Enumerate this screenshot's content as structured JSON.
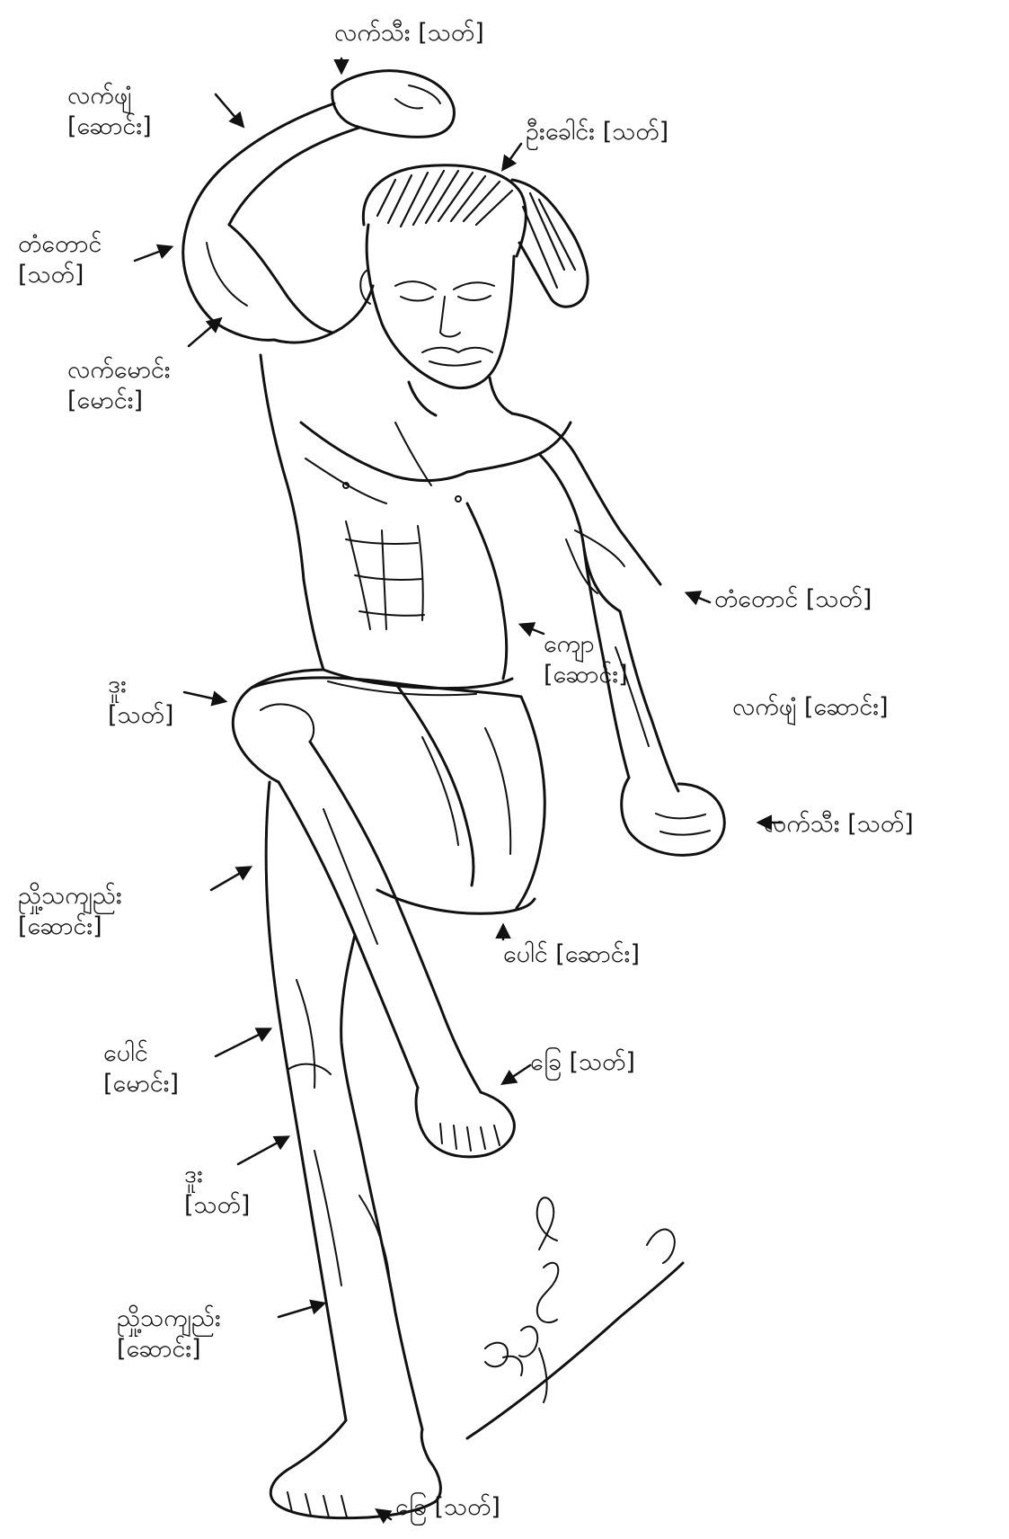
{
  "labels": [
    {
      "id": "fist-top",
      "text": "လက်သီး [သတ်]",
      "sub": ""
    },
    {
      "id": "elbow-top",
      "text": "လက်ဖျံ",
      "sub": "[ဆောင်း]"
    },
    {
      "id": "head",
      "text": "ဦးခေါင်း [သတ်]",
      "sub": ""
    },
    {
      "id": "shoulder-left",
      "text": "တံတောင်",
      "sub": "[သတ်]"
    },
    {
      "id": "upper-arm-left",
      "text": "လက်မောင်း",
      "sub": "[မောင်း]"
    },
    {
      "id": "elbow-right",
      "text": "တံတောင် [သတ်]",
      "sub": ""
    },
    {
      "id": "back",
      "text": "ကျော",
      "sub": "[ဆောင်း]"
    },
    {
      "id": "knee-left",
      "text": "ဒူး",
      "sub": "[သတ်]"
    },
    {
      "id": "forearm-right",
      "text": "လက်ဖျံ [ဆောင်း]",
      "sub": ""
    },
    {
      "id": "fist-right",
      "text": "လက်သီး [သတ်]",
      "sub": ""
    },
    {
      "id": "shin-upper",
      "text": "ညှို့သကျည်း",
      "sub": "[ဆောင်း]"
    },
    {
      "id": "thigh-right",
      "text": "ပေါင် [ဆောင်း]",
      "sub": ""
    },
    {
      "id": "thigh-left",
      "text": "ပေါင်",
      "sub": "[မောင်း]"
    },
    {
      "id": "foot-raised",
      "text": "ခြေ [သတ်]",
      "sub": ""
    },
    {
      "id": "knee-lower",
      "text": "ဒူး",
      "sub": "[သတ်]"
    },
    {
      "id": "shin-lower",
      "text": "ညှို့သကျည်း",
      "sub": "[ဆောင်း]"
    },
    {
      "id": "foot-ground",
      "text": "ခြေ [သတ်]",
      "sub": ""
    }
  ],
  "signature": "ဦးဗိုလ်",
  "colors": {
    "ink": "#111111",
    "paper": "#ffffff"
  }
}
